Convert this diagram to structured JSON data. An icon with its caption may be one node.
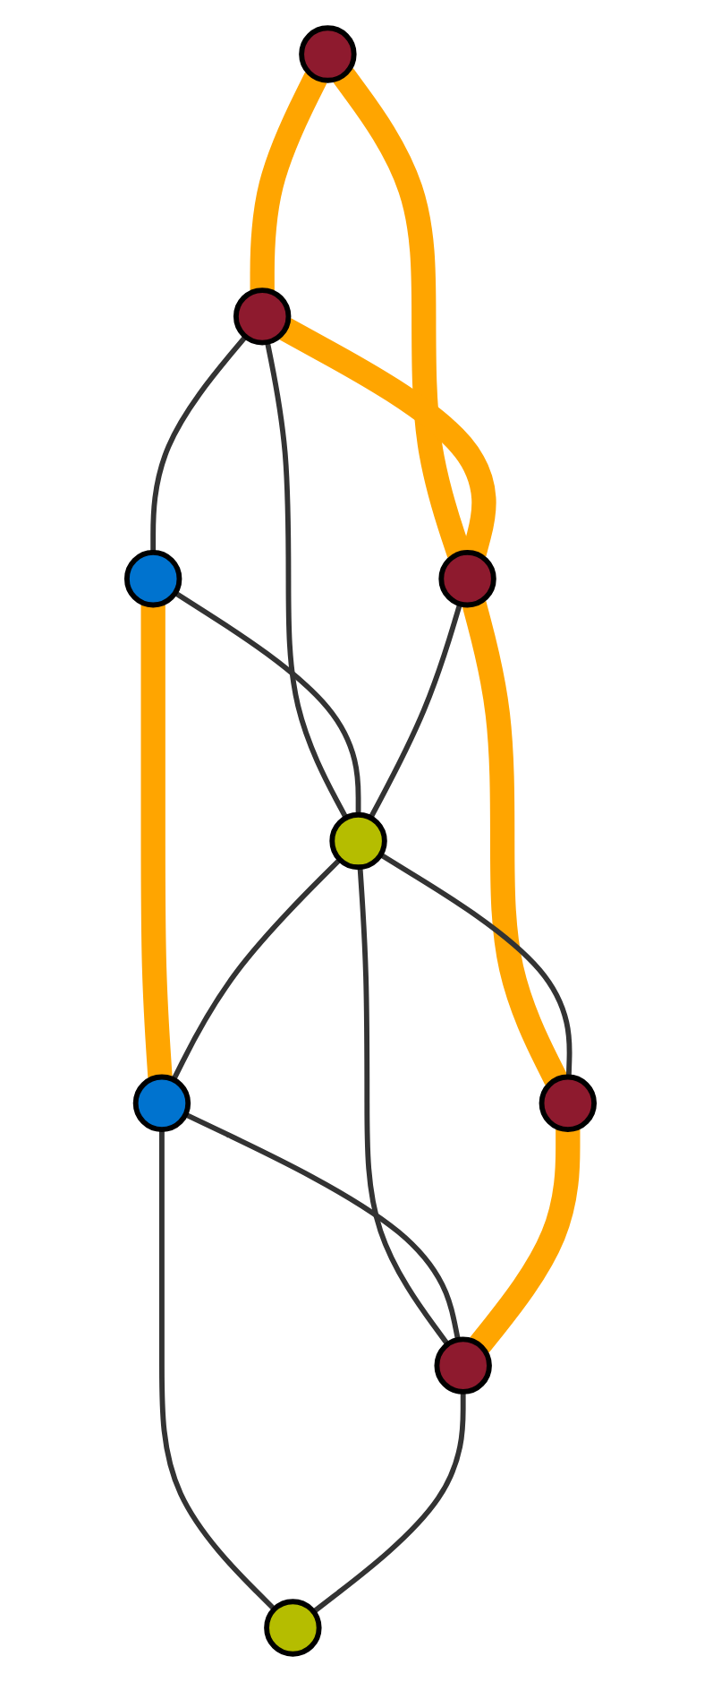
{
  "diagram": {
    "nodes": [
      {
        "text": [],
        "shape": "ellipse"
      },
      {
        "text": [],
        "shape": "ellipse"
      },
      {
        "text": [],
        "shape": "ellipse"
      },
      {
        "text": [],
        "shape": "ellipse"
      },
      {
        "text": [],
        "shape": "ellipse"
      },
      {
        "text": [],
        "shape": "ellipse"
      },
      {
        "text": [],
        "shape": "ellipse"
      },
      {
        "text": [],
        "shape": "ellipse"
      },
      {
        "text": [],
        "shape": "ellipse"
      }
    ],
    "edges": [
      {
        "from": 0,
        "to": 1,
        "arrow": "none",
        "style": "thick",
        "color": "#ffa500"
      },
      {
        "from": 1,
        "to": 2,
        "arrow": "none"
      },
      {
        "from": 0,
        "to": 3,
        "arrow": "none",
        "style": "thick",
        "color": "#ffa500"
      },
      {
        "from": 1,
        "to": 3,
        "arrow": "none",
        "style": "thick",
        "color": "#ffa500"
      },
      {
        "from": 1,
        "to": 4,
        "arrow": "none"
      },
      {
        "from": 2,
        "to": 4,
        "arrow": "none"
      },
      {
        "from": 2,
        "to": 5,
        "arrow": "none",
        "style": "thick",
        "color": "#ffa500"
      },
      {
        "from": 3,
        "to": 4,
        "arrow": "none"
      },
      {
        "from": 4,
        "to": 5,
        "arrow": "none"
      },
      {
        "from": 3,
        "to": 6,
        "arrow": "none",
        "style": "thick",
        "color": "#ffa500"
      },
      {
        "from": 4,
        "to": 6,
        "arrow": "none"
      },
      {
        "from": 4,
        "to": 7,
        "arrow": "none"
      },
      {
        "from": 5,
        "to": 7,
        "arrow": "none"
      },
      {
        "from": 5,
        "to": 8,
        "arrow": "none"
      },
      {
        "from": 6,
        "to": 7,
        "arrow": "none",
        "style": "thick",
        "color": "#ffa500"
      },
      {
        "from": 7,
        "to": 8,
        "arrow": "none"
      }
    ]
  }
}
